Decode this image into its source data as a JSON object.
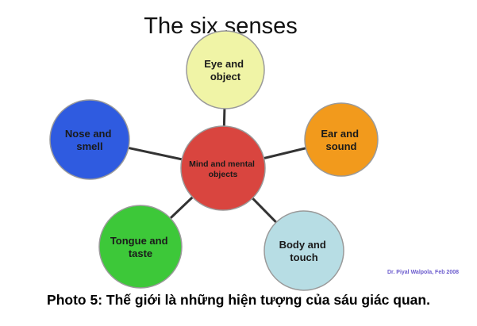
{
  "title": "The six senses",
  "center": {
    "label_lines": [
      "Mind and mental",
      "objects"
    ],
    "color": "#d9453f"
  },
  "nodes": [
    {
      "id": "eye",
      "label_lines": [
        "Eye and",
        "object"
      ],
      "color": "#f0f4a6"
    },
    {
      "id": "ear",
      "label_lines": [
        "Ear and",
        "sound"
      ],
      "color": "#f29a1c"
    },
    {
      "id": "body",
      "label_lines": [
        "Body and",
        "touch"
      ],
      "color": "#b7dde4"
    },
    {
      "id": "tongue",
      "label_lines": [
        "Tongue and",
        "taste"
      ],
      "color": "#3dc839"
    },
    {
      "id": "nose",
      "label_lines": [
        "Nose and",
        "smell"
      ],
      "color": "#2f5be0"
    }
  ],
  "credit": "Dr. Piyal Walpola, Feb 2008",
  "caption": "Photo 5:  Thế giới là những hiện tượng của sáu giác quan.",
  "colors": {
    "connector": "#333333",
    "node_stroke": "#9a9a9a",
    "credit": "#6a5acd"
  }
}
